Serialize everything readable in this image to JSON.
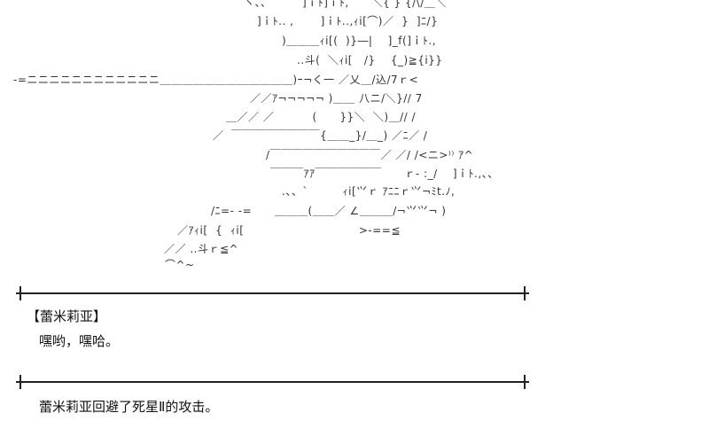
{
  "ascii_art": {
    "lines": [
      "ヽ、、        ]ｉﾄ]ｉﾄ,      ＼{ } {/\\/＿＼",
      "]ｉﾄ.. ,       ]ｉﾄ..,ｨi[⌒)／  }  ]ﾆ/}",
      ")＿＿＿ｨi[(  )}―|    ]_f(]ｉﾄ.,",
      "..斗(  ＼ｨi[   /}    {_)≧{i}}",
      "-=ニニニニニニニニニニニニ＿＿＿＿＿＿＿＿＿＿＿＿)ｰ¬く一 ／乂＿/込/7ｒ<",
      "／／ｱ¬¬¬¬¬ )＿＿ 八ニ/＼}// 7",
      "＿／／ ／          (      }}＼  ＼)＿// /",
      "／  ￣￣￣￣￣￣￣￣{＿＿_}/＿_) ／ﾆ／ /",
      "/￣￣￣￣￣￣￣￣￣￣／ ／/ /<ニ>⁾⁾ ｱ^",
      "￣￣￣ｱｱ￣￣￣￣￣￣      ｒ- :_/    ]ｉﾄ.,、、",
      ".、、`         ｨi[⺍ｒ ｱﾆﾆｒ⺍¬ﾐt.ﾉ,",
      "/ﾆ=- -=      ＿＿＿(＿＿／ ∠＿＿＿/¬⺍⺍¬ )",
      "／ｱｨi[  {  ｨi[                              >-==≦",
      "／／ ..斗ｒ≦^",
      "⌒^~"
    ]
  },
  "dialogue": {
    "speaker": "【蕾米莉亚】",
    "line": "嘿哟，嘿哈。"
  },
  "narration": "蕾米莉亚回避了死星Ⅱ的攻击。"
}
